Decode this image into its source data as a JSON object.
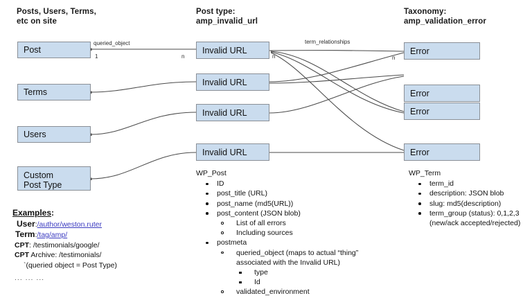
{
  "columns": {
    "left_heading": "Posts, Users, Terms,\netc on site",
    "middle_heading": "Post type:\namp_invalid_url",
    "right_heading": "Taxonomy:\namp_validation_error"
  },
  "left_boxes": [
    {
      "label": "Post"
    },
    {
      "label": "Terms"
    },
    {
      "label": "Users"
    },
    {
      "label": "Custom\nPost Type"
    }
  ],
  "middle_boxes": [
    {
      "label": "Invalid URL"
    },
    {
      "label": "Invalid URL"
    },
    {
      "label": "Invalid URL"
    },
    {
      "label": "Invalid URL"
    }
  ],
  "right_boxes": [
    {
      "label": "Error"
    },
    {
      "label": "Error"
    },
    {
      "label": "Error"
    },
    {
      "label": "Error"
    }
  ],
  "edges": {
    "queried_object_label": "queried_object",
    "queried_object_left_cardinality": "1",
    "queried_object_right_cardinality": "n",
    "term_relationships_label": "term_relationships",
    "term_relationships_left_cardinality": "n",
    "term_relationships_right_cardinality": "n"
  },
  "examples": {
    "title": "Examples",
    "title_colon": ":",
    "rows": [
      {
        "key": "User",
        "key_big": true,
        "sep": ":",
        "link": "/author/weston.ruter",
        "plain": ""
      },
      {
        "key": "Term",
        "key_big": true,
        "sep": ":",
        "link": "/tag/amp/",
        "plain": ""
      },
      {
        "key": "CPT",
        "key_big": false,
        "sep": ":",
        "link": "",
        "plain": " /testimonials/google/"
      },
      {
        "key": "CPT",
        "key_big": false,
        "sep": "",
        "link": "",
        "plain": " Archive: /testimonials/"
      }
    ],
    "note": "`(queried object = Post Type)",
    "ellipsis": "... ... ..."
  },
  "wp_post": {
    "heading": "WP_Post",
    "items": [
      {
        "level": 1,
        "text": "ID"
      },
      {
        "level": 1,
        "text": "post_title (URL)"
      },
      {
        "level": 1,
        "text": "post_name (md5(URL))"
      },
      {
        "level": 1,
        "text": "post_content (JSON blob)"
      },
      {
        "level": 2,
        "text": "List of all errors"
      },
      {
        "level": 2,
        "text": "Including sources"
      },
      {
        "level": 1,
        "text": "postmeta"
      },
      {
        "level": 2,
        "text": "queried_object (maps to actual “thing”"
      },
      {
        "level": 0,
        "text": "associated with the Invalid URL)"
      },
      {
        "level": 3,
        "text": "type"
      },
      {
        "level": 3,
        "text": "Id"
      },
      {
        "level": 2,
        "text": "validated_environment"
      }
    ]
  },
  "wp_term": {
    "heading": "WP_Term",
    "items": [
      {
        "level": 1,
        "text": "term_id"
      },
      {
        "level": 1,
        "text": "description: JSON blob"
      },
      {
        "level": 1,
        "text": "slug: md5(description)"
      },
      {
        "level": 1,
        "text": "term_group (status): 0,1,2,3"
      },
      {
        "level": 0,
        "text": "(new/ack accepted/rejected)"
      }
    ]
  },
  "colors": {
    "box_fill": "#cadcee",
    "box_border": "#8a8f96",
    "line": "#4a4a4a",
    "link": "#3a3ac0"
  }
}
